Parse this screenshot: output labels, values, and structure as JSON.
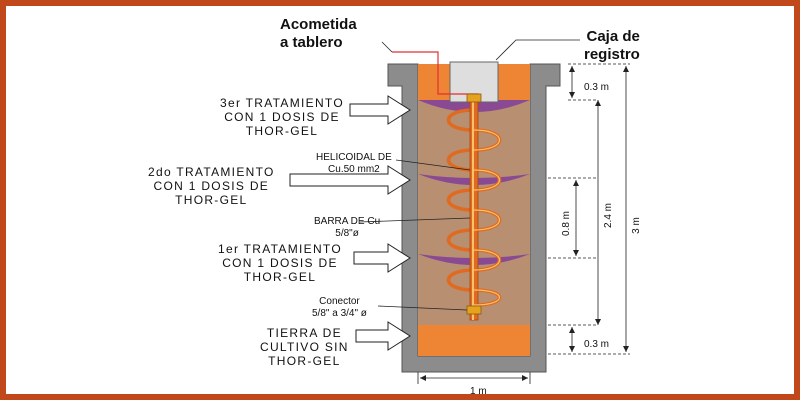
{
  "labels": {
    "acometida": "Acometida\na tablero",
    "caja": "Caja de\nregistro",
    "tratamiento3": "3er TRATAMIENTO\nCON 1 DOSIS DE\nTHOR-GEL",
    "tratamiento2": "2do TRATAMIENTO\nCON 1 DOSIS DE\nTHOR-GEL",
    "tratamiento1": "1er TRATAMIENTO\nCON 1 DOSIS DE\nTHOR-GEL",
    "tierra": "TIERRA DE\nCULTIVO SIN\nTHOR-GEL",
    "helicoidal": "HELICOIDAL DE\nCu.50 mm2",
    "barra": "BARRA DE Cu\n5/8\"ø",
    "conector": "Conector\n5/8\" a 3/4\" ø"
  },
  "dimensions": {
    "top": "0.3 m",
    "bottom": "0.3 m",
    "middle": "0.8 m",
    "mid_total": "2.4 m",
    "total": "3 m",
    "width": "1 m"
  },
  "colors": {
    "frame": "#c0481b",
    "concrete": "#8c8c8c",
    "soil": "#b89071",
    "fill_orange": "#ee8535",
    "thor_gel": "#8a4a93",
    "copper": "#e06a1f",
    "copper_highlight": "#fbc06a",
    "cable": "#e03030"
  }
}
